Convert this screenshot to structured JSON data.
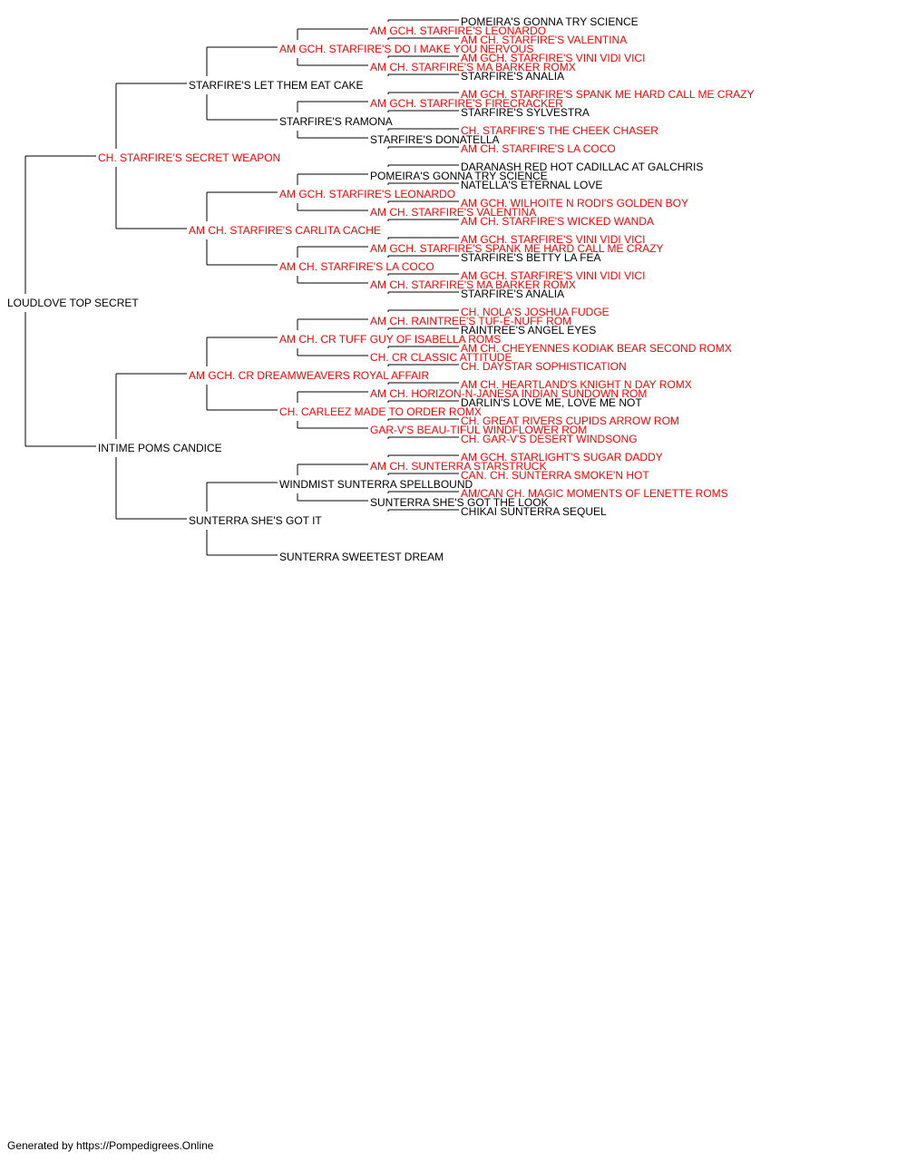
{
  "colors": {
    "champion": "#ff0000",
    "regular": "#000000",
    "line": "#000000"
  },
  "root": "LOUDLOVE TOP SECRET",
  "generations": [
    [
      {
        "name": "LOUDLOVE TOP SECRET",
        "champion": false
      }
    ],
    [
      {
        "name": "CH. STARFIRE'S SECRET WEAPON",
        "champion": true
      },
      {
        "name": "INTIME POMS CANDICE",
        "champion": false
      }
    ],
    [
      {
        "name": "STARFIRE'S LET THEM EAT CAKE",
        "champion": false
      },
      {
        "name": "AM CH. STARFIRE'S CARLITA CACHE",
        "champion": true
      },
      {
        "name": "AM GCH. CR DREAMWEAVERS ROYAL AFFAIR",
        "champion": true
      },
      {
        "name": "SUNTERRA SHE'S GOT IT",
        "champion": false
      }
    ],
    [
      {
        "name": "AM GCH. STARFIRE'S DO I MAKE YOU NERVOUS",
        "champion": true
      },
      {
        "name": "STARFIRE'S RAMONA",
        "champion": false
      },
      {
        "name": "AM GCH. STARFIRE'S LEONARDO",
        "champion": true
      },
      {
        "name": "AM CH. STARFIRE'S LA COCO",
        "champion": true
      },
      {
        "name": "AM CH. CR TUFF GUY OF ISABELLA ROMS",
        "champion": true
      },
      {
        "name": "CH. CARLEEZ MADE TO ORDER ROMX",
        "champion": true
      },
      {
        "name": "WINDMIST SUNTERRA SPELLBOUND",
        "champion": false
      },
      {
        "name": "SUNTERRA SWEETEST DREAM",
        "champion": false
      }
    ],
    [
      {
        "name": "AM GCH. STARFIRE'S LEONARDO",
        "champion": true
      },
      {
        "name": "AM CH. STARFIRE'S MA BARKER ROMX",
        "champion": true
      },
      {
        "name": "AM GCH. STARFIRE'S FIRECRACKER",
        "champion": true
      },
      {
        "name": "STARFIRE'S DONATELLA",
        "champion": false
      },
      {
        "name": "POMEIRA'S GONNA TRY SCIENCE",
        "champion": false
      },
      {
        "name": "AM CH. STARFIRE'S VALENTINA",
        "champion": true
      },
      {
        "name": "AM GCH. STARFIRE'S SPANK ME HARD CALL ME CRAZY",
        "champion": true
      },
      {
        "name": "AM CH. STARFIRE'S MA BARKER ROMX",
        "champion": true
      },
      {
        "name": "AM CH. RAINTREE'S TUF-E-NUFF ROM",
        "champion": true
      },
      {
        "name": "CH. CR CLASSIC ATTITUDE",
        "champion": true
      },
      {
        "name": "AM CH. HORIZON-N-JANESA INDIAN SUNDOWN ROM",
        "champion": true
      },
      {
        "name": "GAR-V'S BEAU-TIFUL WINDFLOWER ROM",
        "champion": true
      },
      {
        "name": "AM CH. SUNTERRA STARSTRUCK",
        "champion": true
      },
      {
        "name": "SUNTERRA SHE'S GOT THE LOOK",
        "champion": false
      },
      null,
      null
    ],
    [
      {
        "name": "POMEIRA'S GONNA TRY SCIENCE",
        "champion": false
      },
      {
        "name": "AM CH. STARFIRE'S VALENTINA",
        "champion": true
      },
      {
        "name": "AM GCH. STARFIRE'S VINI VIDI VICI",
        "champion": true
      },
      {
        "name": "STARFIRE'S ANALIA",
        "champion": false
      },
      {
        "name": "AM GCH. STARFIRE'S SPANK ME HARD CALL ME CRAZY",
        "champion": true
      },
      {
        "name": "STARFIRE'S SYLVESTRA",
        "champion": false
      },
      {
        "name": "CH. STARFIRE'S THE CHEEK CHASER",
        "champion": true
      },
      {
        "name": "AM CH. STARFIRE'S LA COCO",
        "champion": true
      },
      {
        "name": "DARANASH RED HOT CADILLAC AT GALCHRIS",
        "champion": false
      },
      {
        "name": "NATELLA'S ETERNAL LOVE",
        "champion": false
      },
      {
        "name": "AM GCH. WILHOITE N RODI'S GOLDEN BOY",
        "champion": true
      },
      {
        "name": "AM CH. STARFIRE'S WICKED WANDA",
        "champion": true
      },
      {
        "name": "AM GCH. STARFIRE'S VINI VIDI VICI",
        "champion": true
      },
      {
        "name": "STARFIRE'S BETTY LA FEA",
        "champion": false
      },
      {
        "name": "AM GCH. STARFIRE'S VINI VIDI VICI",
        "champion": true
      },
      {
        "name": "STARFIRE'S ANALIA",
        "champion": false
      },
      {
        "name": "CH. NOLA'S JOSHUA FUDGE",
        "champion": true
      },
      {
        "name": "RAINTREE'S ANGEL EYES",
        "champion": false
      },
      {
        "name": "AM CH. CHEYENNES KODIAK BEAR SECOND ROMX",
        "champion": true
      },
      {
        "name": "CH. DAYSTAR SOPHISTICATION",
        "champion": true
      },
      {
        "name": "AM CH. HEARTLAND'S KNIGHT N DAY ROMX",
        "champion": true
      },
      {
        "name": "DARLIN'S LOVE ME, LOVE ME NOT",
        "champion": false
      },
      {
        "name": "CH. GREAT RIVERS CUPIDS ARROW ROM",
        "champion": true
      },
      {
        "name": "CH. GAR-V'S DESERT WINDSONG",
        "champion": true
      },
      {
        "name": "AM GCH. STARLIGHT'S SUGAR DADDY",
        "champion": true
      },
      {
        "name": "CAN. CH. SUNTERRA SMOKE'N HOT",
        "champion": true
      },
      {
        "name": "AM/CAN CH. MAGIC MOMENTS OF LENETTE ROMS",
        "champion": true
      },
      {
        "name": "CHIKAI SUNTERRA SEQUEL",
        "champion": false
      },
      null,
      null,
      null,
      null
    ]
  ],
  "footer": "Generated by https://Pompedigrees.Online"
}
